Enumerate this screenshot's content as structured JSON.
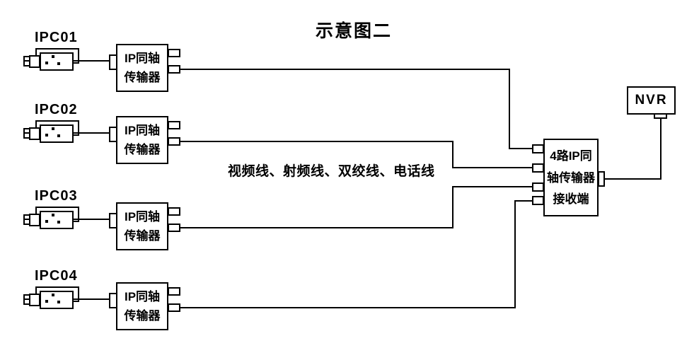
{
  "page": {
    "background": "#ffffff",
    "ink": "#000000"
  },
  "title": "示意图二",
  "bus_label": "视频线、射频线、双绞线、电话线",
  "cameras": [
    {
      "label": "IPC01"
    },
    {
      "label": "IPC02"
    },
    {
      "label": "IPC03"
    },
    {
      "label": "IPC04"
    }
  ],
  "transmitter": {
    "line1": "IP同轴",
    "line2": "传输器"
  },
  "receiver": {
    "line1": "4路IP同",
    "line2": "轴传输器",
    "line3": "接收端"
  },
  "nvr": {
    "label": "NVR"
  }
}
